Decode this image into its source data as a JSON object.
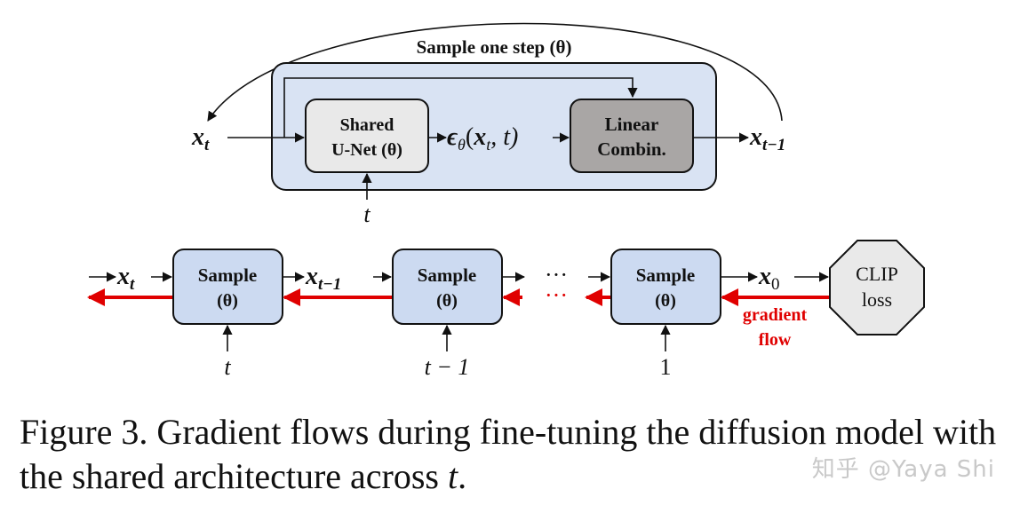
{
  "top_diagram": {
    "group_title": "Sample one step (θ)",
    "input_label": {
      "base": "x",
      "sub": "t"
    },
    "unet_box": {
      "line1": "Shared",
      "line2": "U-Net (θ)"
    },
    "epsilon_label": {
      "eps": "ϵ",
      "theta": "θ",
      "args_open": "(",
      "x": "x",
      "x_sub": "t",
      "rest": ", t)"
    },
    "linear_box": {
      "line1": "Linear",
      "line2": "Combin."
    },
    "output_label": {
      "base": "x",
      "sub": "t−1"
    },
    "timestep_label": "t"
  },
  "bottom_diagram": {
    "input_label": {
      "base": "x",
      "sub": "t"
    },
    "sample_boxes": [
      {
        "line1": "Sample",
        "line2": "(θ)",
        "time": "t"
      },
      {
        "line1": "Sample",
        "line2": "(θ)",
        "time": "t − 1"
      },
      {
        "line1": "Sample",
        "line2": "(θ)",
        "time": "1"
      }
    ],
    "mid_label": {
      "base": "x",
      "sub": "t−1"
    },
    "ellipsis": "···",
    "output_label": {
      "base": "x",
      "sub": "0"
    },
    "loss_box": {
      "line1": "CLIP",
      "line2": "loss"
    },
    "gradient_label": {
      "line1": "gradient",
      "line2": "flow"
    }
  },
  "caption": {
    "text": "Figure 3.  Gradient flows during fine-tuning the diffusion model with the shared architecture across ",
    "t": "t",
    "end": "."
  },
  "watermark": "知乎 @Yaya Shi",
  "colors": {
    "group_fill": "#d9e3f3",
    "unet_fill": "#e9e9e9",
    "linear_fill": "#a9a6a5",
    "sample_fill": "#ccdaf1",
    "gradient_red": "#e00000"
  }
}
